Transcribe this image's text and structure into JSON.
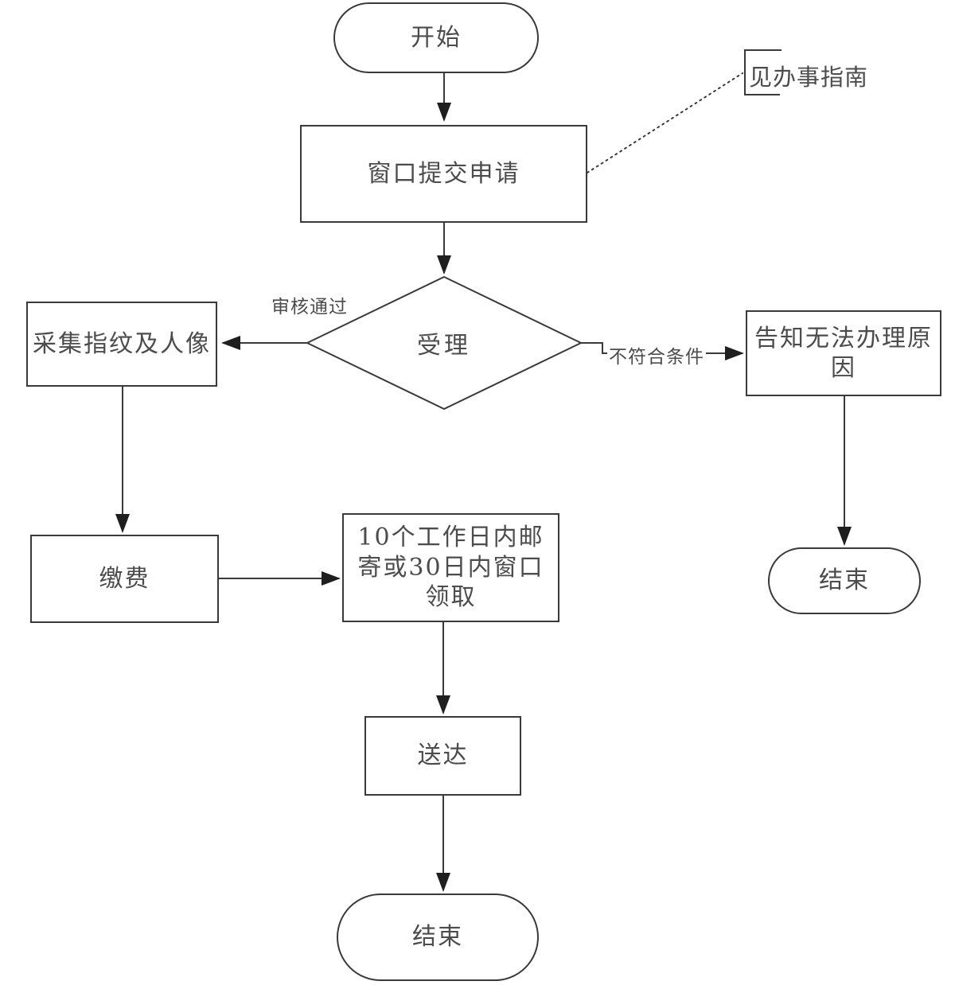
{
  "diagram": {
    "type": "flowchart",
    "background_color": "#ffffff",
    "line_color": "#3a3a3a",
    "arrow_color": "#1f1f1f",
    "text_color": "#4c4c4c",
    "nodes": {
      "start": {
        "label": "开始",
        "shape": "terminator"
      },
      "submit": {
        "label": "窗口提交申请",
        "shape": "process"
      },
      "accept": {
        "label": "受理",
        "shape": "decision"
      },
      "collect": {
        "label": "采集指纹及人像",
        "shape": "process"
      },
      "pay": {
        "label": "缴费",
        "shape": "process"
      },
      "mail": {
        "label": "10个工作日内邮寄或30日内窗口领取",
        "shape": "process"
      },
      "deliver": {
        "label": "送达",
        "shape": "process"
      },
      "end_main": {
        "label": "结束",
        "shape": "terminator"
      },
      "notify": {
        "label": "告知无法办理原因",
        "shape": "process"
      },
      "end_reject": {
        "label": "结束",
        "shape": "terminator"
      }
    },
    "edge_labels": {
      "approved": "审核通过",
      "rejected": "不符合条件"
    },
    "annotation": {
      "label": "见办事指南"
    }
  }
}
